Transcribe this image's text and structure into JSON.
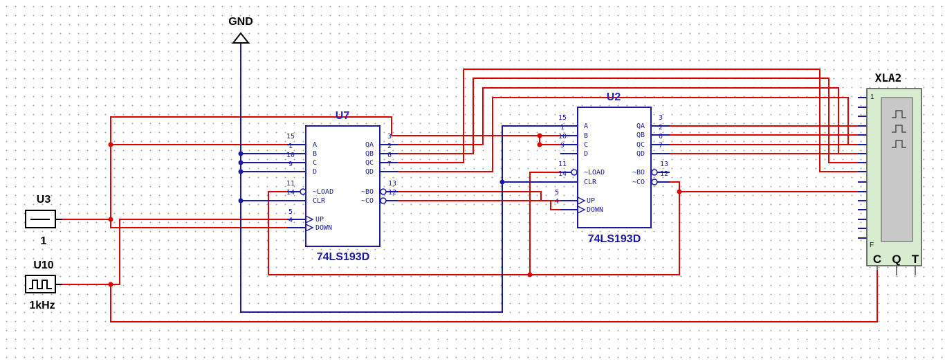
{
  "gnd": {
    "label": "GND"
  },
  "u3": {
    "ref": "U3",
    "value": "1"
  },
  "u10": {
    "ref": "U10",
    "value": "1kHz"
  },
  "u7": {
    "ref": "U7",
    "part": "74LS193D",
    "left_pins": [
      {
        "num": "15",
        "name": "A"
      },
      {
        "num": "1",
        "name": "B"
      },
      {
        "num": "10",
        "name": "C"
      },
      {
        "num": "9",
        "name": "D"
      },
      {
        "num": "11",
        "name": "~LOAD"
      },
      {
        "num": "14",
        "name": "CLR"
      },
      {
        "num": "5",
        "name": "UP"
      },
      {
        "num": "4",
        "name": "DOWN"
      }
    ],
    "right_pins": [
      {
        "num": "3",
        "name": "QA"
      },
      {
        "num": "2",
        "name": "QB"
      },
      {
        "num": "6",
        "name": "QC"
      },
      {
        "num": "7",
        "name": "QD"
      },
      {
        "num": "13",
        "name": "~BO"
      },
      {
        "num": "12",
        "name": "~CO"
      }
    ]
  },
  "u2": {
    "ref": "U2",
    "part": "74LS193D",
    "left_pins": [
      {
        "num": "15",
        "name": "A"
      },
      {
        "num": "1",
        "name": "B"
      },
      {
        "num": "10",
        "name": "C"
      },
      {
        "num": "9",
        "name": "D"
      },
      {
        "num": "11",
        "name": "~LOAD"
      },
      {
        "num": "14",
        "name": "CLR"
      },
      {
        "num": "5",
        "name": "UP"
      },
      {
        "num": "4",
        "name": "DOWN"
      }
    ],
    "right_pins": [
      {
        "num": "3",
        "name": "QA"
      },
      {
        "num": "2",
        "name": "QB"
      },
      {
        "num": "6",
        "name": "QC"
      },
      {
        "num": "7",
        "name": "QD"
      },
      {
        "num": "13",
        "name": "~BO"
      },
      {
        "num": "12",
        "name": "~CO"
      }
    ]
  },
  "xla2": {
    "ref": "XLA2",
    "top_label": "1",
    "bottom_label": "F",
    "bottom_pins": [
      "C",
      "Q",
      "T"
    ]
  },
  "colors": {
    "wire_net": "#e00000",
    "component": "#1a1aa0",
    "analyzer_body": "#d8ecd0"
  }
}
